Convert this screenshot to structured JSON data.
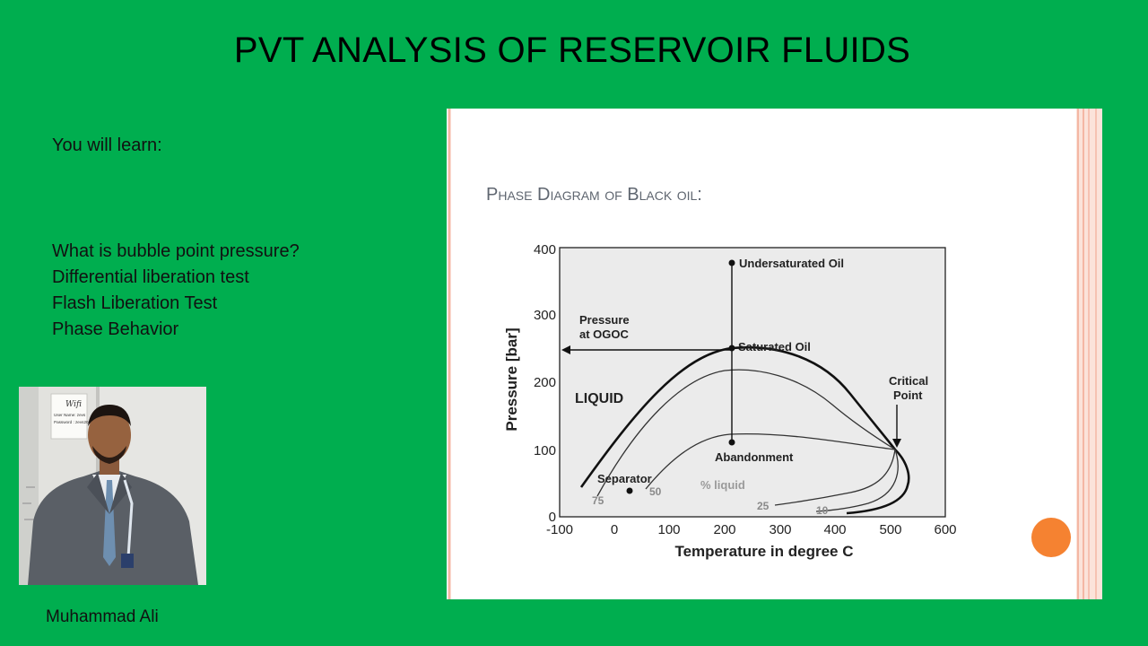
{
  "slide": {
    "title": "PVT ANALYSIS OF RESERVOIR FLUIDS",
    "learn_heading": "You will learn:",
    "topics": [
      "What is bubble point pressure?",
      "Differential liberation test",
      "Flash Liberation Test",
      "Phase Behavior"
    ],
    "presenter": "Muhammad Ali"
  },
  "photo": {
    "wifi_note": [
      "Wifi",
      "User Name: zevs",
      "Password : zevs2016"
    ]
  },
  "figure": {
    "heading": "Phase Diagram of Black oil:",
    "xlabel": "Temperature in degree C",
    "ylabel": "Pressure [bar]",
    "x_ticks": [
      "-100",
      "0",
      "100",
      "200",
      "300",
      "400",
      "500",
      "600"
    ],
    "y_ticks": [
      "0",
      "100",
      "200",
      "300",
      "400"
    ],
    "labels": {
      "undersaturated": "Undersaturated Oil",
      "saturated": "Saturated Oil",
      "pressure_ogoc_1": "Pressure",
      "pressure_ogoc_2": "at OGOC",
      "liquid": "LIQUID",
      "critical_1": "Critical",
      "critical_2": "Point",
      "abandonment": "Abandonment",
      "separator": "Separator",
      "pct_liquid": "% liquid",
      "q75": "75",
      "q50": "50",
      "q25": "25",
      "q10": "10"
    }
  },
  "colors": {
    "background": "#00ae4f",
    "accent_dot": "#f58231",
    "frame_border": "#f4b7a4",
    "plot_bg": "#ebebeb"
  }
}
